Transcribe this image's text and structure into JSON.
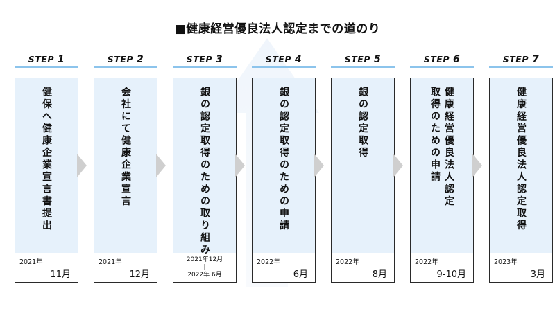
{
  "title": "■健康経営優良法人認定までの道のり",
  "steps": [
    {
      "label": "STEP",
      "num": "1",
      "lines": [
        "健保へ健康企業宣言書提出"
      ],
      "year": "2021年",
      "month": "11月"
    },
    {
      "label": "STEP",
      "num": "2",
      "lines": [
        "会社にて健康企業宣言"
      ],
      "year": "2021年",
      "month": "12月"
    },
    {
      "label": "STEP",
      "num": "3",
      "lines": [
        "銀の認定取得のための取り組み"
      ],
      "range_start": "2021年12月",
      "range_sep": "|",
      "range_end": "2022年 6月"
    },
    {
      "label": "STEP",
      "num": "4",
      "lines": [
        "銀の認定取得のための申請"
      ],
      "year": "2022年",
      "month": "6月"
    },
    {
      "label": "STEP",
      "num": "5",
      "lines": [
        "銀の認定取得"
      ],
      "year": "2022年",
      "month": "8月"
    },
    {
      "label": "STEP",
      "num": "6",
      "lines": [
        "健康経営優良法人認定",
        "取得のための申請"
      ],
      "year": "2022年",
      "month": "9-10月"
    },
    {
      "label": "STEP",
      "num": "7",
      "lines": [
        "健康経営優良法人認定取得"
      ],
      "year": "2023年",
      "month": "3月"
    }
  ]
}
